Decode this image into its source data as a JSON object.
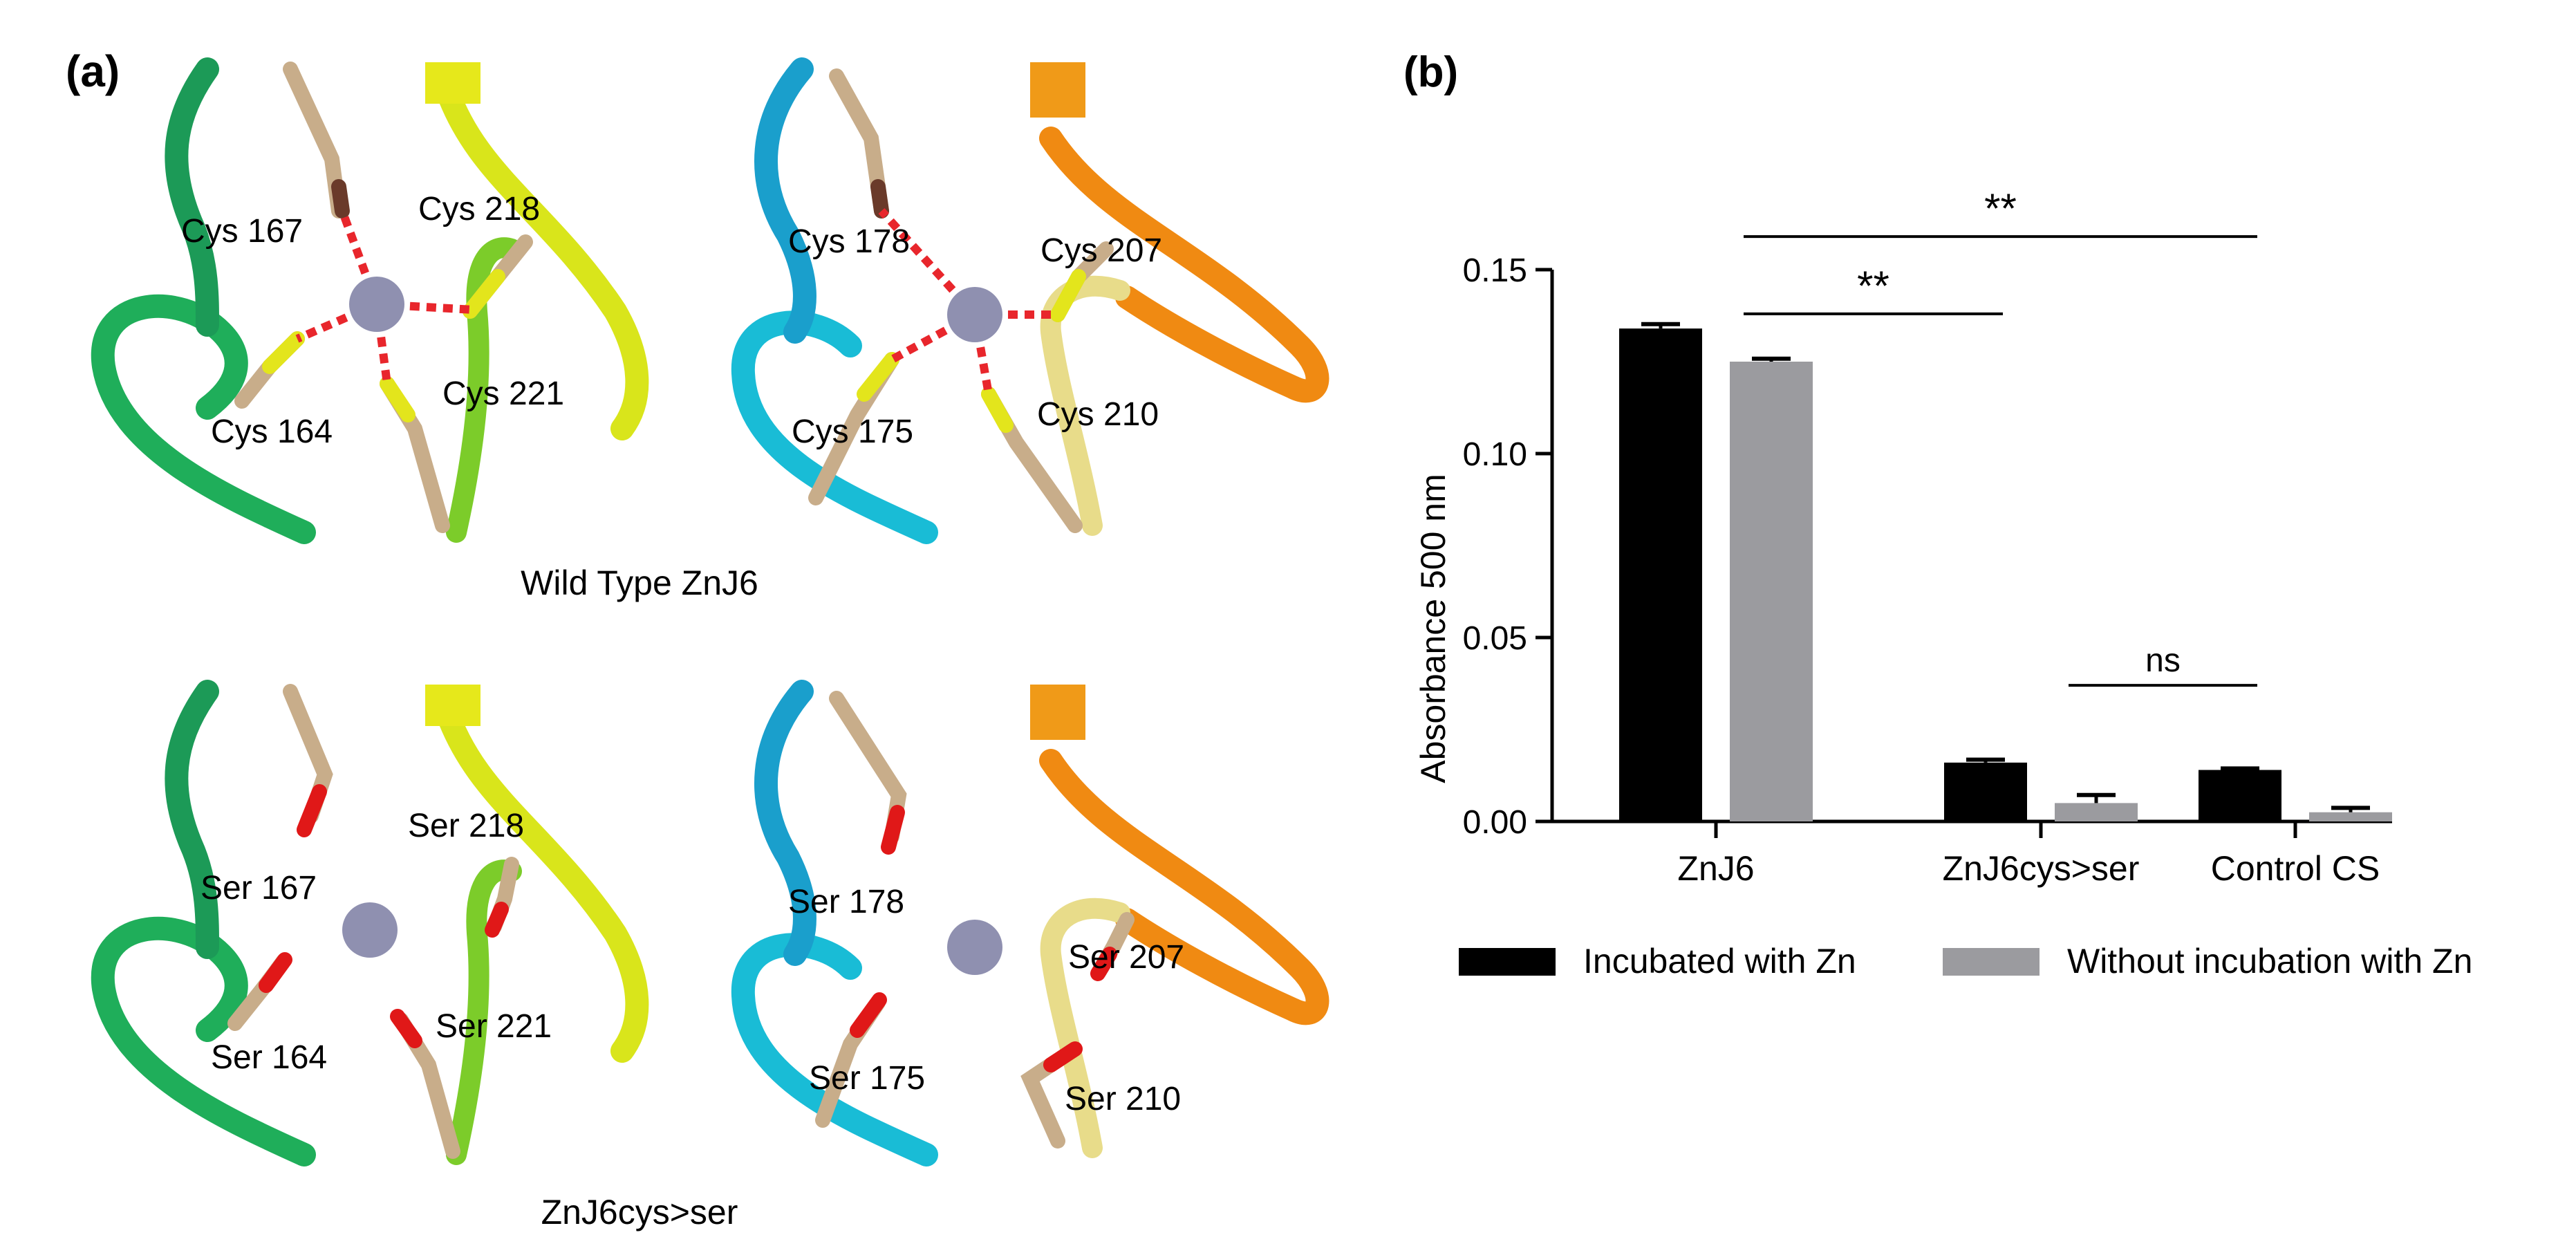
{
  "panel_a": {
    "label": "(a)",
    "wild_type_caption": "Wild Type ZnJ6",
    "mutant_caption": "ZnJ6cys>ser",
    "residues": {
      "wt_left": [
        "Cys 167",
        "Cys 218",
        "Cys 164",
        "Cys 221"
      ],
      "wt_right": [
        "Cys 178",
        "Cys 207",
        "Cys 175",
        "Cys 210"
      ],
      "mut_left": [
        "Ser 167",
        "Ser 218",
        "Ser 164",
        "Ser 221"
      ],
      "mut_right": [
        "Ser 178",
        "Ser 207",
        "Ser 175",
        "Ser 210"
      ]
    },
    "colors": {
      "zinc": "#8f90b0",
      "bond": "#e8262c",
      "backbone": "#c8ad8a",
      "sulfur": "#e3e51c",
      "oxygen": "#e01818",
      "helix_green": "#1fae5a",
      "helix_yellow": "#d9e51b",
      "helix_cyan": "#19bcd6",
      "helix_orange": "#f08a12"
    }
  },
  "panel_b": {
    "label": "(b)"
  },
  "chart_data": {
    "type": "bar",
    "categories": [
      "ZnJ6",
      "ZnJ6cys>ser",
      "Control CS"
    ],
    "series": [
      {
        "name": "Incubated with Zn",
        "values": [
          0.134,
          0.016,
          0.014
        ],
        "errors": [
          0.0012,
          0.0008,
          0.0004
        ],
        "color": "#000000"
      },
      {
        "name": "Without incubation with Zn",
        "values": [
          0.125,
          0.005,
          0.0025
        ],
        "errors": [
          0.0008,
          0.0022,
          0.0012
        ],
        "color": "#9b9b9f"
      }
    ],
    "ylabel": "Absorbance 500 nm",
    "ylim": [
      0,
      0.15
    ],
    "yticks": [
      0.0,
      0.05,
      0.1,
      0.15
    ],
    "ytick_labels": [
      "0.00",
      "0.05",
      "0.10",
      "0.15"
    ],
    "significance": [
      {
        "from": "Without incubation with Zn:ZnJ6",
        "to": "Incubated with Zn:ZnJ6cys>ser",
        "label": "**"
      },
      {
        "from": "Without incubation with Zn:ZnJ6",
        "to": "Incubated with Zn:Control CS",
        "label": "**"
      },
      {
        "from": "Without incubation with Zn:ZnJ6cys>ser",
        "to": "Incubated with Zn:Control CS",
        "label": "ns"
      }
    ],
    "legend_position": "bottom",
    "grid": false
  }
}
